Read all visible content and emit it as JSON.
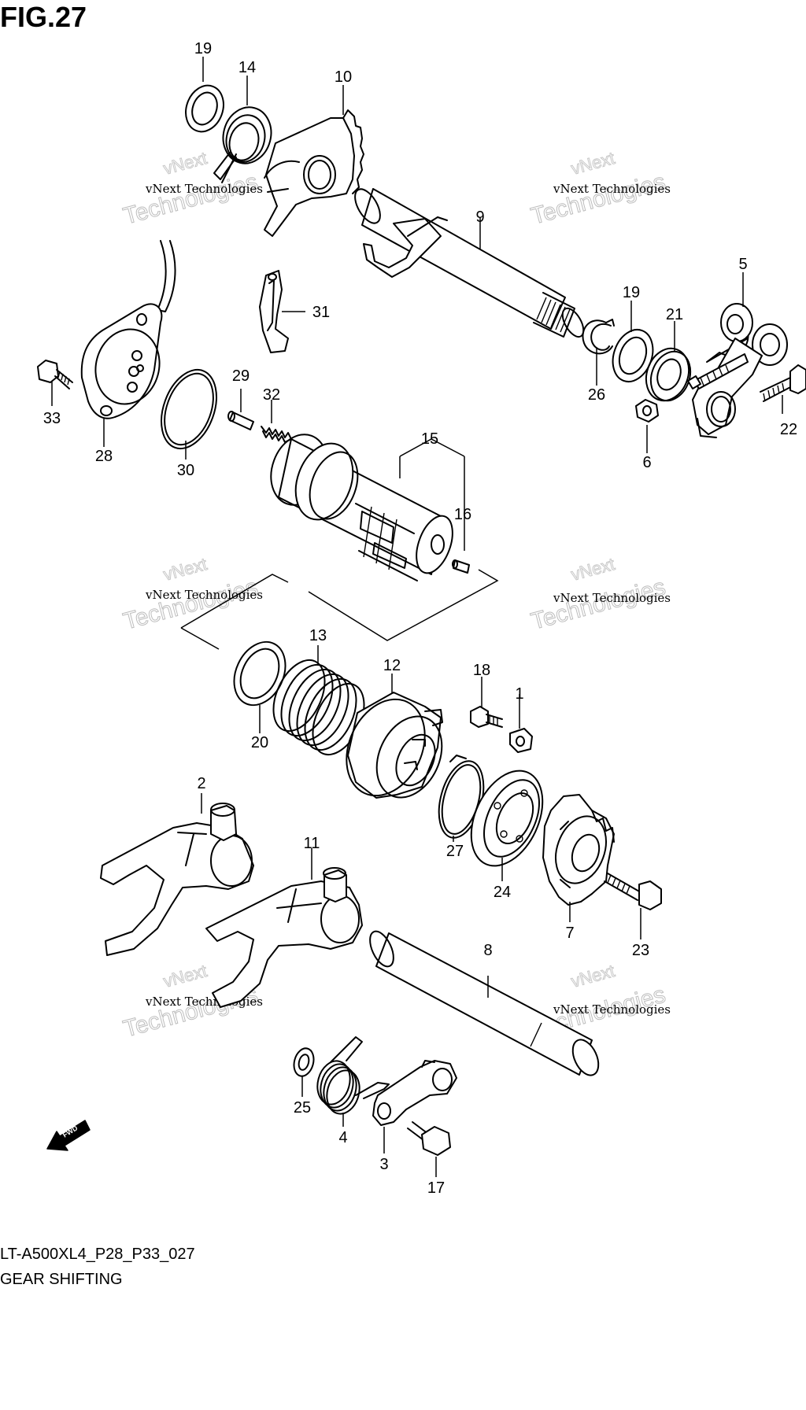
{
  "figure": {
    "title": "FIG.27",
    "model_code": "LT-A500XL4_P28_P33_027",
    "caption": "GEAR SHIFTING",
    "direction_label": "FWD"
  },
  "watermarks": [
    {
      "line1": "vNext Technologies",
      "line2": "Technologies",
      "line3": "vNext"
    },
    {
      "line1": "vNext Technologies",
      "line2": "Technologies",
      "line3": "vNext"
    },
    {
      "line1": "vNext Technologies",
      "line2": "Technologies",
      "line3": "vNext"
    },
    {
      "line1": "vNext Technologies",
      "line2": "Technologies",
      "line3": "vNext"
    },
    {
      "line1": "vNext Technologies",
      "line2": "Technologies",
      "line3": "vNext"
    },
    {
      "line1": "vNext Technologies",
      "line2": "Technologies",
      "line3": "vNext"
    }
  ],
  "callouts": {
    "c1": "1",
    "c2": "2",
    "c3": "3",
    "c4": "4",
    "c5": "5",
    "c6": "6",
    "c7": "7",
    "c8": "8",
    "c9": "9",
    "c10": "10",
    "c11": "11",
    "c12": "12",
    "c13": "13",
    "c14": "14",
    "c15": "15",
    "c16": "16",
    "c17": "17",
    "c18": "18",
    "c19a": "19",
    "c19b": "19",
    "c20": "20",
    "c21": "21",
    "c22": "22",
    "c23": "23",
    "c24": "24",
    "c25": "25",
    "c26": "26",
    "c27": "27",
    "c28": "28",
    "c29": "29",
    "c30": "30",
    "c31": "31",
    "c32": "32",
    "c33": "33"
  }
}
